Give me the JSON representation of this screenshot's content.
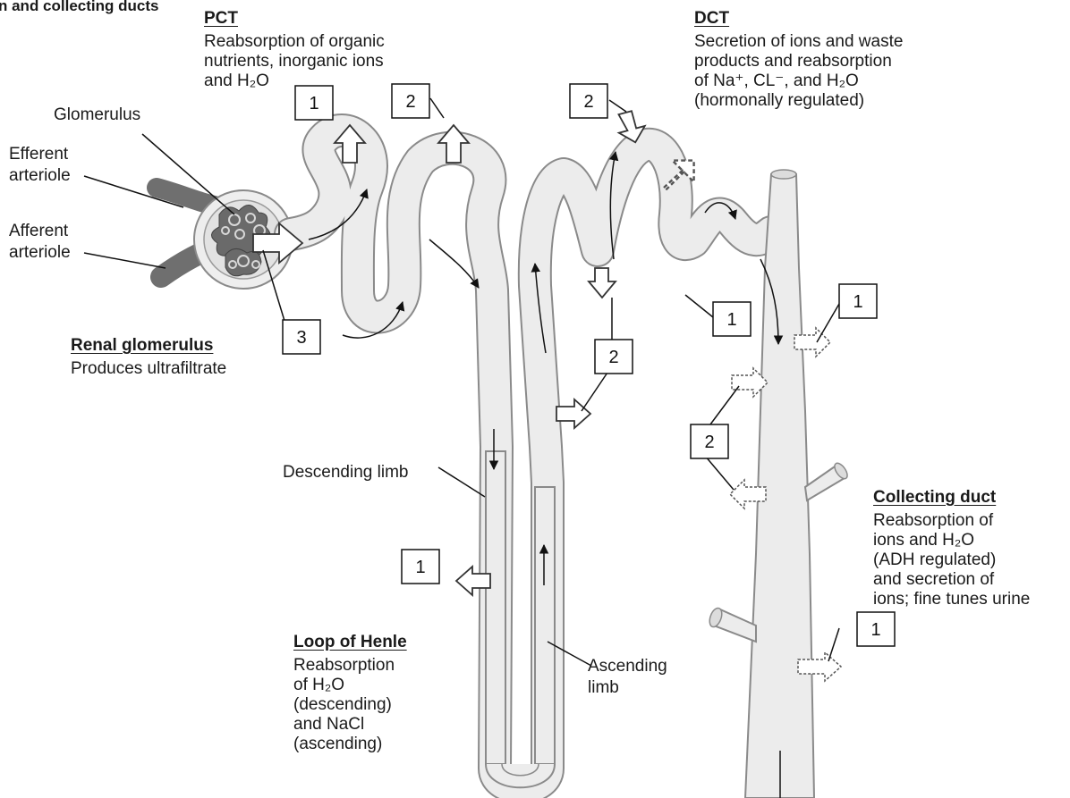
{
  "header": {
    "title": "n and collecting ducts"
  },
  "sections": {
    "pct": {
      "heading": "PCT",
      "lines": [
        "Reabsorption of organic",
        "nutrients, inorganic ions",
        "and H₂O"
      ]
    },
    "dct": {
      "heading": "DCT",
      "lines": [
        "Secretion of ions and waste",
        "products and reabsorption",
        "of Na⁺, CL⁻, and H₂O",
        "(hormonally regulated)"
      ]
    },
    "glomerulus": {
      "heading": "Renal glomerulus",
      "lines": [
        "Produces ultrafiltrate"
      ]
    },
    "loop": {
      "heading": "Loop of Henle",
      "lines": [
        "Reabsorption",
        "of H₂O",
        "(descending)",
        "and NaCl",
        "(ascending)"
      ]
    },
    "collecting": {
      "heading": "Collecting duct",
      "lines": [
        "Reabsorption of",
        "ions and H₂O",
        "(ADH regulated)",
        "and secretion of",
        "ions; fine tunes urine"
      ]
    }
  },
  "labels": {
    "glomerulus": "Glomerulus",
    "efferent": [
      "Efferent",
      "arteriole"
    ],
    "afferent": [
      "Afferent",
      "arteriole"
    ],
    "descending": "Descending limb",
    "ascending": [
      "Ascending",
      "limb"
    ]
  },
  "numbered_boxes": [
    "1",
    "2",
    "2",
    "3",
    "2",
    "1",
    "1",
    "2",
    "1",
    "1"
  ],
  "colors": {
    "tubule_fill": "#ececec",
    "tubule_stroke": "#8a8a8a",
    "vessel": "#6f6f6f",
    "ink": "#1a1a1a"
  }
}
